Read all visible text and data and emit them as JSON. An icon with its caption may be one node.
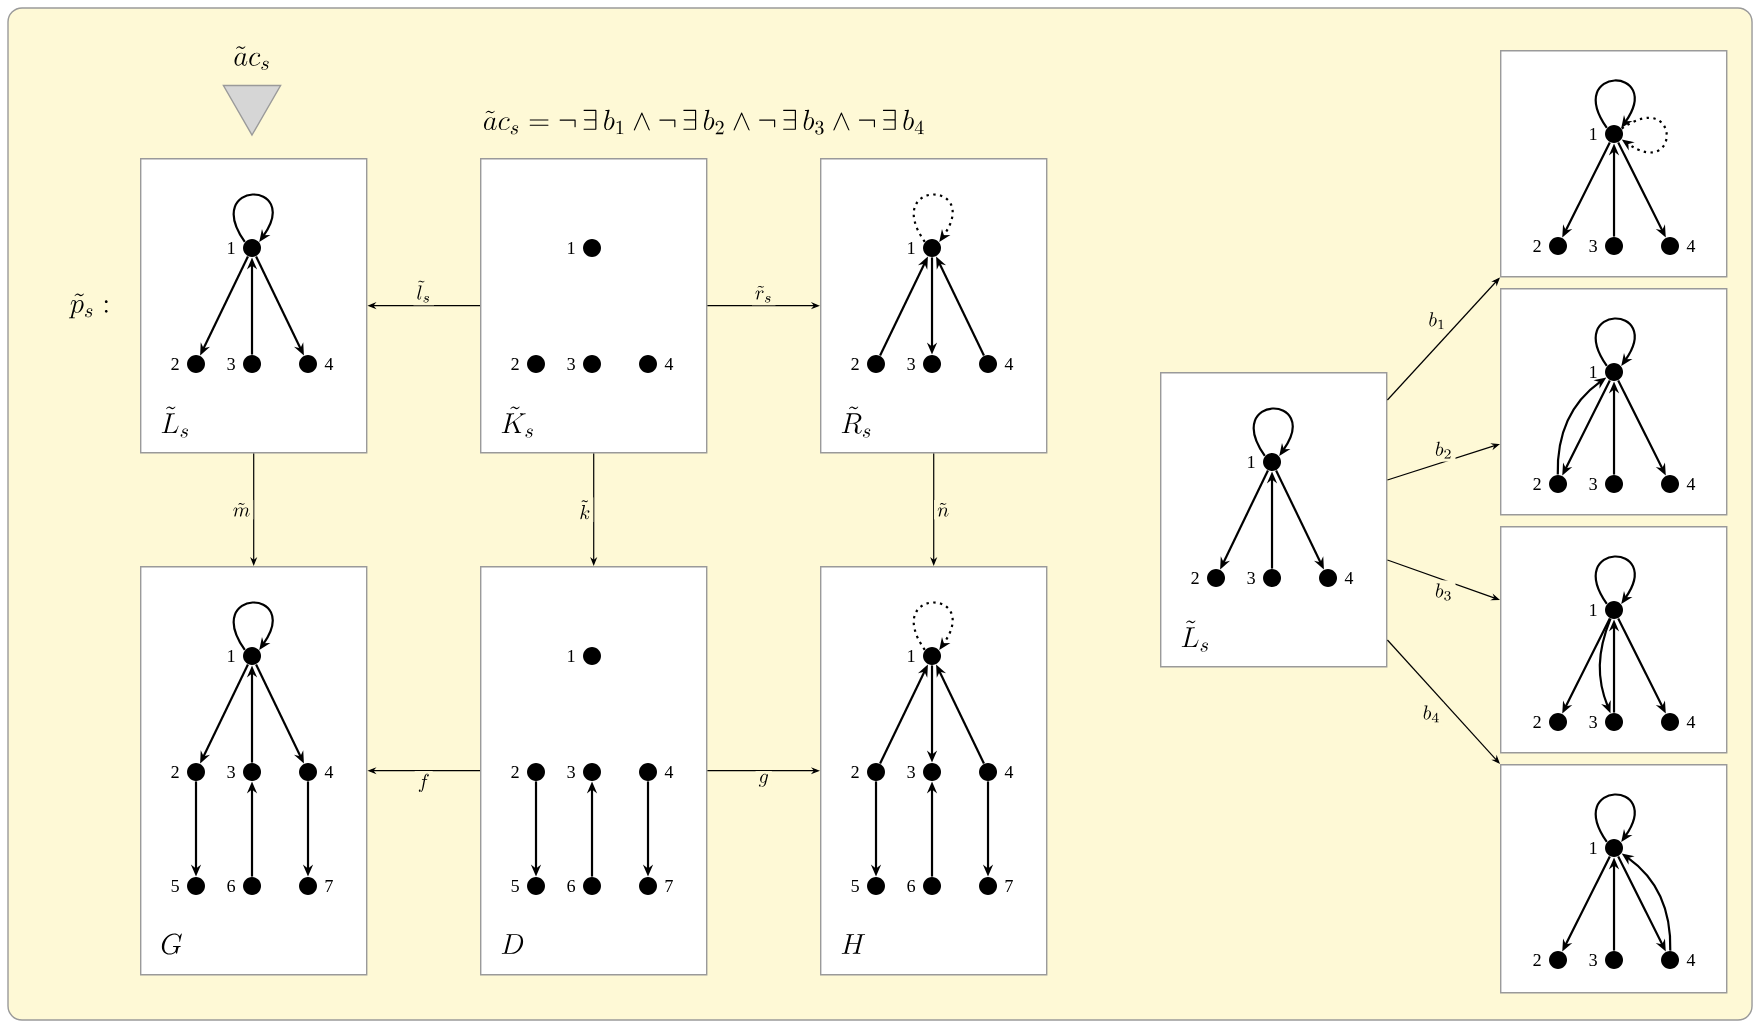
{
  "diagram": {
    "nodes": [
      {
        "text": [
          "\\tilde{a}c_s"
        ]
      },
      {
        "text": [
          "\\tilde{L}_s"
        ]
      },
      {
        "text": [],
        "shape": "circle",
        "beside": [
          "1"
        ],
        "in": 1
      },
      {
        "text": [],
        "shape": "circle",
        "beside": [
          "2"
        ],
        "in": 1
      },
      {
        "text": [],
        "shape": "circle",
        "beside": [
          "3"
        ],
        "in": 1
      },
      {
        "text": [],
        "shape": "circle",
        "beside": [
          "4"
        ],
        "in": 1
      },
      {
        "text": [
          "\\tilde{K}_s"
        ]
      },
      {
        "text": [],
        "shape": "circle",
        "beside": [
          "1"
        ],
        "in": 6
      },
      {
        "text": [],
        "shape": "circle",
        "beside": [
          "2"
        ],
        "in": 6
      },
      {
        "text": [],
        "shape": "circle",
        "beside": [
          "3"
        ],
        "in": 6
      },
      {
        "text": [],
        "shape": "circle",
        "beside": [
          "4"
        ],
        "in": 6
      },
      {
        "text": [
          "\\tilde{R}_s"
        ]
      },
      {
        "text": [],
        "shape": "circle",
        "beside": [
          "1"
        ],
        "in": 11
      },
      {
        "text": [],
        "shape": "circle",
        "beside": [
          "2"
        ],
        "in": 11
      },
      {
        "text": [],
        "shape": "circle",
        "beside": [
          "3"
        ],
        "in": 11
      },
      {
        "text": [],
        "shape": "circle",
        "beside": [
          "4"
        ],
        "in": 11
      },
      {
        "text": [
          "G"
        ]
      },
      {
        "text": [],
        "shape": "circle",
        "beside": [
          "1"
        ],
        "in": 16
      },
      {
        "text": [],
        "shape": "circle",
        "beside": [
          "2"
        ],
        "in": 16
      },
      {
        "text": [],
        "shape": "circle",
        "beside": [
          "3"
        ],
        "in": 16
      },
      {
        "text": [],
        "shape": "circle",
        "beside": [
          "4"
        ],
        "in": 16
      },
      {
        "text": [],
        "shape": "circle",
        "beside": [
          "5"
        ],
        "in": 16
      },
      {
        "text": [],
        "shape": "circle",
        "beside": [
          "6"
        ],
        "in": 16
      },
      {
        "text": [],
        "shape": "circle",
        "beside": [
          "7"
        ],
        "in": 16
      },
      {
        "text": [
          "D"
        ]
      },
      {
        "text": [],
        "shape": "circle",
        "beside": [
          "1"
        ],
        "in": 24
      },
      {
        "text": [],
        "shape": "circle",
        "beside": [
          "2"
        ],
        "in": 24
      },
      {
        "text": [],
        "shape": "circle",
        "beside": [
          "3"
        ],
        "in": 24
      },
      {
        "text": [],
        "shape": "circle",
        "beside": [
          "4"
        ],
        "in": 24
      },
      {
        "text": [],
        "shape": "circle",
        "beside": [
          "5"
        ],
        "in": 24
      },
      {
        "text": [],
        "shape": "circle",
        "beside": [
          "6"
        ],
        "in": 24
      },
      {
        "text": [],
        "shape": "circle",
        "beside": [
          "7"
        ],
        "in": 24
      },
      {
        "text": [
          "H"
        ]
      },
      {
        "text": [],
        "shape": "circle",
        "beside": [
          "1"
        ],
        "in": 32
      },
      {
        "text": [],
        "shape": "circle",
        "beside": [
          "2"
        ],
        "in": 32
      },
      {
        "text": [],
        "shape": "circle",
        "beside": [
          "3"
        ],
        "in": 32
      },
      {
        "text": [],
        "shape": "circle",
        "beside": [
          "4"
        ],
        "in": 32
      },
      {
        "text": [],
        "shape": "circle",
        "beside": [
          "5"
        ],
        "in": 32
      },
      {
        "text": [],
        "shape": "circle",
        "beside": [
          "6"
        ],
        "in": 32
      },
      {
        "text": [],
        "shape": "circle",
        "beside": [
          "7"
        ],
        "in": 32
      },
      {
        "text": [
          "\\tilde{L}_s"
        ]
      },
      {
        "text": [],
        "shape": "circle",
        "beside": [
          "1"
        ],
        "in": 40
      },
      {
        "text": [],
        "shape": "circle",
        "beside": [
          "2"
        ],
        "in": 40
      },
      {
        "text": [],
        "shape": "circle",
        "beside": [
          "3"
        ],
        "in": 40
      },
      {
        "text": [],
        "shape": "circle",
        "beside": [
          "4"
        ],
        "in": 40
      },
      {
        "text": [],
        "shape": "box"
      },
      {
        "text": [],
        "shape": "circle",
        "beside": [
          "1"
        ],
        "in": 45
      },
      {
        "text": [],
        "shape": "circle",
        "beside": [
          "2"
        ],
        "in": 45
      },
      {
        "text": [],
        "shape": "circle",
        "beside": [
          "3"
        ],
        "in": 45
      },
      {
        "text": [],
        "shape": "circle",
        "beside": [
          "4"
        ],
        "in": 45
      },
      {
        "text": [],
        "shape": "box"
      },
      {
        "text": [],
        "shape": "circle",
        "beside": [
          "1"
        ],
        "in": 50
      },
      {
        "text": [],
        "shape": "circle",
        "beside": [
          "2"
        ],
        "in": 50
      },
      {
        "text": [],
        "shape": "circle",
        "beside": [
          "3"
        ],
        "in": 50
      },
      {
        "text": [],
        "shape": "circle",
        "beside": [
          "4"
        ],
        "in": 50
      },
      {
        "text": [],
        "shape": "box"
      },
      {
        "text": [],
        "shape": "circle",
        "beside": [
          "1"
        ],
        "in": 55
      },
      {
        "text": [],
        "shape": "circle",
        "beside": [
          "2"
        ],
        "in": 55
      },
      {
        "text": [],
        "shape": "circle",
        "beside": [
          "3"
        ],
        "in": 55
      },
      {
        "text": [],
        "shape": "circle",
        "beside": [
          "4"
        ],
        "in": 55
      },
      {
        "text": [],
        "shape": "box"
      },
      {
        "text": [],
        "shape": "circle",
        "beside": [
          "1"
        ],
        "in": 60
      },
      {
        "text": [],
        "shape": "circle",
        "beside": [
          "2"
        ],
        "in": 60
      },
      {
        "text": [],
        "shape": "circle",
        "beside": [
          "3"
        ],
        "in": 60
      },
      {
        "text": [],
        "shape": "circle",
        "beside": [
          "4"
        ],
        "in": 60
      }
    ],
    "edges": [
      {
        "from": 6,
        "to": 1,
        "arrow": "to",
        "label": "\\tilde{l}_s"
      },
      {
        "from": 6,
        "to": 11,
        "arrow": "to",
        "label": "\\tilde{r}_s"
      },
      {
        "from": 1,
        "to": 16,
        "arrow": "to",
        "label": "\\tilde{m}"
      },
      {
        "from": 6,
        "to": 24,
        "arrow": "to",
        "label": "\\tilde{k}"
      },
      {
        "from": 11,
        "to": 32,
        "arrow": "to",
        "label": "\\tilde{n}"
      },
      {
        "from": 24,
        "to": 16,
        "arrow": "to",
        "label": "f"
      },
      {
        "from": 24,
        "to": 32,
        "arrow": "to",
        "label": "g"
      },
      {
        "from": 40,
        "to": 45,
        "arrow": "to",
        "label": "b_1"
      },
      {
        "from": 40,
        "to": 50,
        "arrow": "to",
        "label": "b_2"
      },
      {
        "from": 40,
        "to": 55,
        "arrow": "to",
        "label": "b_3"
      },
      {
        "from": 40,
        "to": 60,
        "arrow": "to",
        "label": "b_4"
      },
      {
        "from": 2,
        "to": 2,
        "arrow": "to"
      },
      {
        "from": 2,
        "to": 3,
        "arrow": "to"
      },
      {
        "from": 4,
        "to": 2,
        "arrow": "to"
      },
      {
        "from": 2,
        "to": 5,
        "arrow": "to"
      },
      {
        "from": 12,
        "to": 12,
        "arrow": "to",
        "style": "dashed"
      },
      {
        "from": 13,
        "to": 12,
        "arrow": "to"
      },
      {
        "from": 12,
        "to": 14,
        "arrow": "to"
      },
      {
        "from": 15,
        "to": 12,
        "arrow": "to"
      },
      {
        "from": 17,
        "to": 17,
        "arrow": "to"
      },
      {
        "from": 17,
        "to": 18,
        "arrow": "to"
      },
      {
        "from": 19,
        "to": 17,
        "arrow": "to"
      },
      {
        "from": 17,
        "to": 20,
        "arrow": "to"
      },
      {
        "from": 18,
        "to": 21,
        "arrow": "to"
      },
      {
        "from": 22,
        "to": 19,
        "arrow": "to"
      },
      {
        "from": 20,
        "to": 23,
        "arrow": "to"
      },
      {
        "from": 26,
        "to": 29,
        "arrow": "to"
      },
      {
        "from": 30,
        "to": 27,
        "arrow": "to"
      },
      {
        "from": 28,
        "to": 31,
        "arrow": "to"
      },
      {
        "from": 33,
        "to": 33,
        "arrow": "to",
        "style": "dashed"
      },
      {
        "from": 34,
        "to": 33,
        "arrow": "to"
      },
      {
        "from": 33,
        "to": 35,
        "arrow": "to"
      },
      {
        "from": 36,
        "to": 33,
        "arrow": "to"
      },
      {
        "from": 34,
        "to": 37,
        "arrow": "to"
      },
      {
        "from": 38,
        "to": 35,
        "arrow": "to"
      },
      {
        "from": 36,
        "to": 39,
        "arrow": "to"
      },
      {
        "from": 41,
        "to": 41,
        "arrow": "to"
      },
      {
        "from": 41,
        "to": 42,
        "arrow": "to"
      },
      {
        "from": 43,
        "to": 41,
        "arrow": "to"
      },
      {
        "from": 41,
        "to": 44,
        "arrow": "to"
      },
      {
        "from": 46,
        "to": 46,
        "arrow": "to"
      },
      {
        "from": 46,
        "to": 47,
        "arrow": "to"
      },
      {
        "from": 48,
        "to": 46,
        "arrow": "to"
      },
      {
        "from": 46,
        "to": 49,
        "arrow": "to"
      },
      {
        "from": 46,
        "to": 46,
        "arrow": "to",
        "style": "dashed"
      },
      {
        "from": 51,
        "to": 51,
        "arrow": "to"
      },
      {
        "from": 51,
        "to": 52,
        "arrow": "to"
      },
      {
        "from": 53,
        "to": 51,
        "arrow": "to"
      },
      {
        "from": 51,
        "to": 54,
        "arrow": "to"
      },
      {
        "from": 52,
        "to": 51,
        "arrow": "to"
      },
      {
        "from": 56,
        "to": 56,
        "arrow": "to"
      },
      {
        "from": 56,
        "to": 57,
        "arrow": "to"
      },
      {
        "from": 58,
        "to": 56,
        "arrow": "to"
      },
      {
        "from": 56,
        "to": 59,
        "arrow": "to"
      },
      {
        "from": 56,
        "to": 58,
        "arrow": "to"
      },
      {
        "from": 61,
        "to": 61,
        "arrow": "to"
      },
      {
        "from": 61,
        "to": 62,
        "arrow": "to"
      },
      {
        "from": 63,
        "to": 61,
        "arrow": "to"
      },
      {
        "from": 61,
        "to": 64,
        "arrow": "to"
      },
      {
        "from": 64,
        "to": 61,
        "arrow": "to"
      }
    ],
    "labels": [
      "\\tilde{a}c_s = \\neg\\,\\exists\\, b_1 \\wedge \\neg\\,\\exists\\, b_2 \\wedge \\neg\\,\\exists\\, b_3 \\wedge \\neg\\,\\exists\\, b_4",
      "\\tilde{p}_s :"
    ]
  }
}
